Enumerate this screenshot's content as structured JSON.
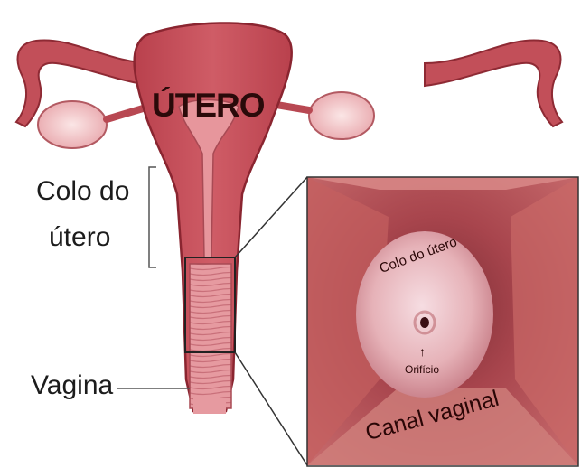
{
  "labels": {
    "title": "ÚTERO",
    "cervix_line1": "Colo do",
    "cervix_line2": "útero",
    "vagina": "Vagina"
  },
  "photo": {
    "cervix": "Colo do útero",
    "orifice_arrow": "↑",
    "orifice": "Orifício",
    "canal": "Canal vaginal"
  },
  "colors": {
    "uterus_outer": "#c8505a",
    "uterus_inner": "#e08c92",
    "photo_bg": "#b04a4e",
    "cervix": "#e6b3b8"
  }
}
